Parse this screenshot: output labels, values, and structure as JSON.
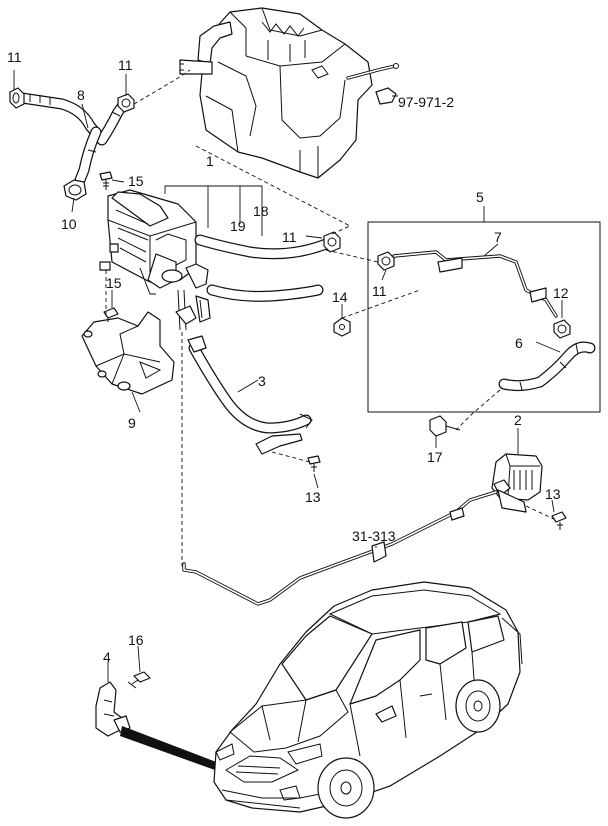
{
  "callouts": {
    "c1": "1",
    "c2": "2",
    "c3": "3",
    "c4": "4",
    "c5": "5",
    "c6": "6",
    "c7": "7",
    "c8": "8",
    "c9": "9",
    "c10": "10",
    "c11_a": "11",
    "c11_b": "11",
    "c11_c": "11",
    "c11_d": "11",
    "c12": "12",
    "c13_a": "13",
    "c13_b": "13",
    "c14": "14",
    "c15_a": "15",
    "c15_b": "15",
    "c16": "16",
    "c17": "17",
    "c18": "18",
    "c19": "19"
  },
  "references": {
    "ref_engine": "97-971-2",
    "ref_body": "31-313"
  }
}
